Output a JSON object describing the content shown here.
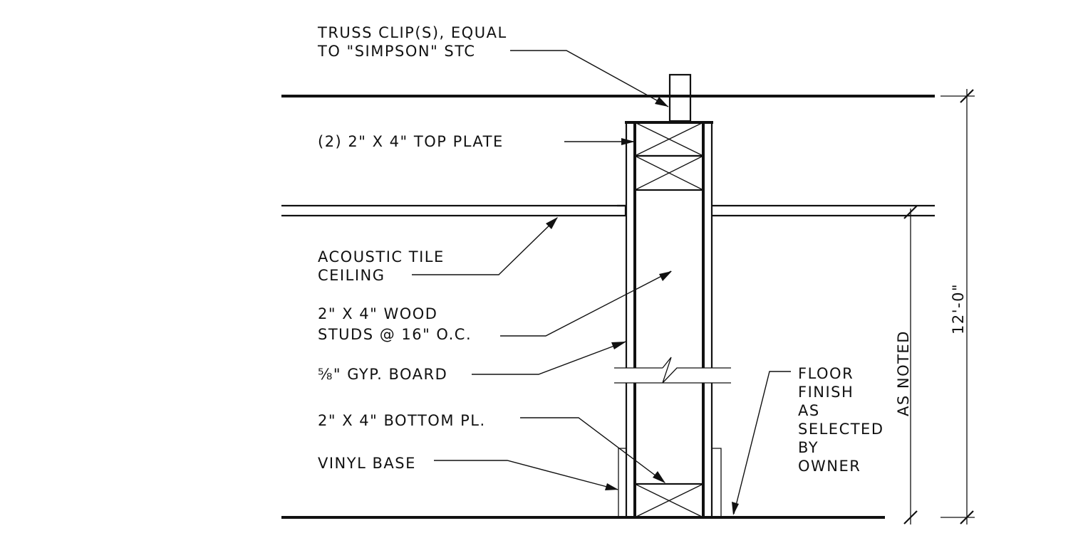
{
  "labels": {
    "truss_clip_line1": "TRUSS CLIP(S), EQUAL",
    "truss_clip_line2": "TO \"SIMPSON\" STC",
    "top_plate": "(2) 2\" X 4\" TOP PLATE",
    "ceiling_line1": "ACOUSTIC TILE",
    "ceiling_line2": "CEILING",
    "studs_line1": "2\" X 4\" WOOD",
    "studs_line2": "STUDS @ 16\" O.C.",
    "gyp_board": "⅝\" GYP. BOARD",
    "bottom_plate": "2\" X 4\" BOTTOM PL.",
    "vinyl_base": "VINYL BASE",
    "floor_line1": "FLOOR",
    "floor_line2": "FINISH",
    "floor_line3": "AS",
    "floor_line4": "SELECTED",
    "floor_line5": "BY",
    "floor_line6": "OWNER"
  },
  "dimensions": {
    "overall_height": "12'-0\"",
    "ceiling_height": "AS NOTED"
  },
  "colors": {
    "line": "#111111",
    "background": "#ffffff"
  }
}
